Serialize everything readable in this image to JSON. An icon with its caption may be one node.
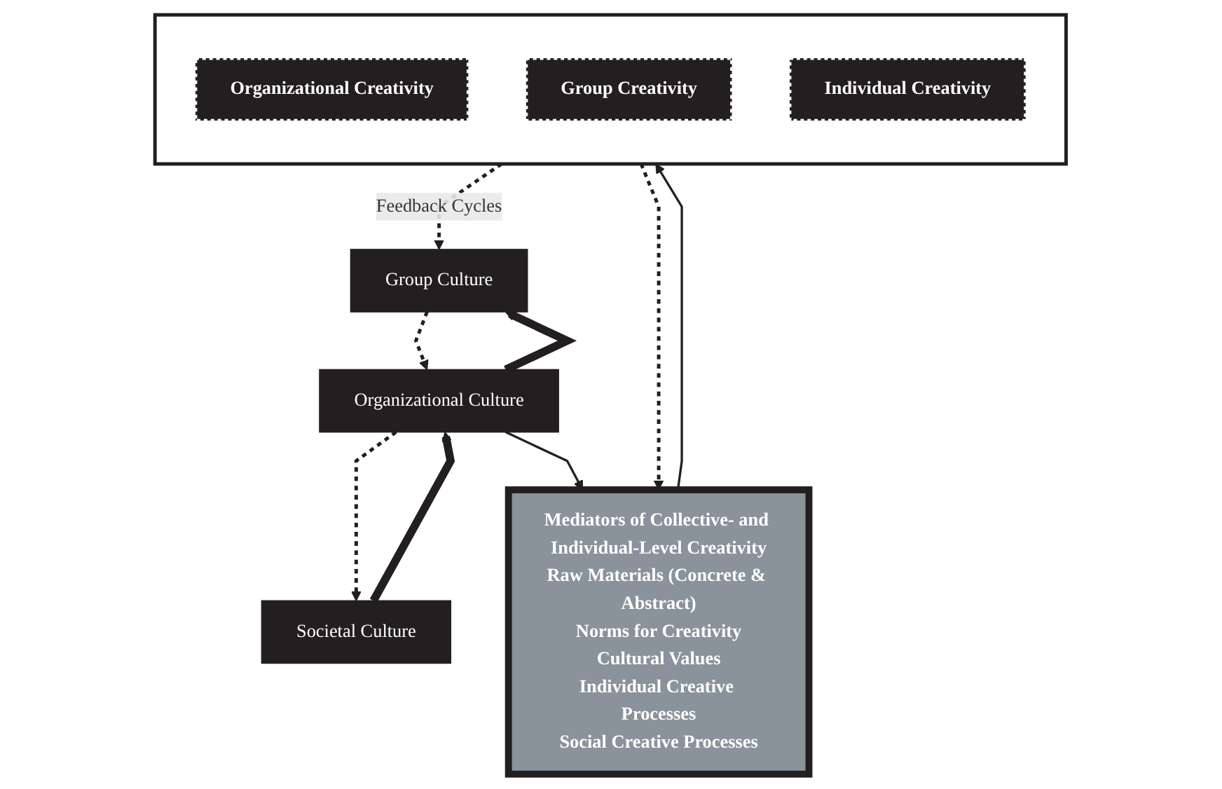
{
  "diagram": {
    "nodes": [
      {
        "text": [
          "Societal Culture"
        ]
      },
      {
        "text": [
          "Organizational Culture"
        ]
      },
      {
        "text": [
          "Group Culture"
        ]
      },
      {
        "text": [
          "Mediators of Collective- and Individual-Level Creativity",
          "Raw Materials (Concrete & Abstract)",
          "Norms for Creativity",
          "Cultural Values",
          "Individual Creative Processes",
          "Social Creative Processes"
        ]
      },
      {
        "text": [],
        "shape": "box"
      },
      {
        "text": [
          "Organizational Creativity"
        ],
        "in": 4
      },
      {
        "text": [
          "Group Creativity"
        ],
        "in": 4
      },
      {
        "text": [
          "Individual Creativity"
        ],
        "in": 4
      }
    ],
    "edges": [
      {
        "from": 0,
        "to": 1,
        "arrow": "to",
        "style": "thick"
      },
      {
        "from": 1,
        "to": 0,
        "arrow": "to",
        "style": "dashed"
      },
      {
        "from": 1,
        "to": 2,
        "arrow": "to",
        "style": "thick"
      },
      {
        "from": 2,
        "to": 1,
        "arrow": "to",
        "style": "dashed"
      },
      {
        "from": 1,
        "to": 3,
        "arrow": "to"
      },
      {
        "from": 3,
        "to": 4,
        "arrow": "to"
      },
      {
        "from": 4,
        "to": 2,
        "arrow": "to",
        "style": "dashed",
        "label": "Feedback Cycles"
      },
      {
        "from": 4,
        "to": 3,
        "arrow": "to",
        "style": "dashed"
      }
    ]
  }
}
